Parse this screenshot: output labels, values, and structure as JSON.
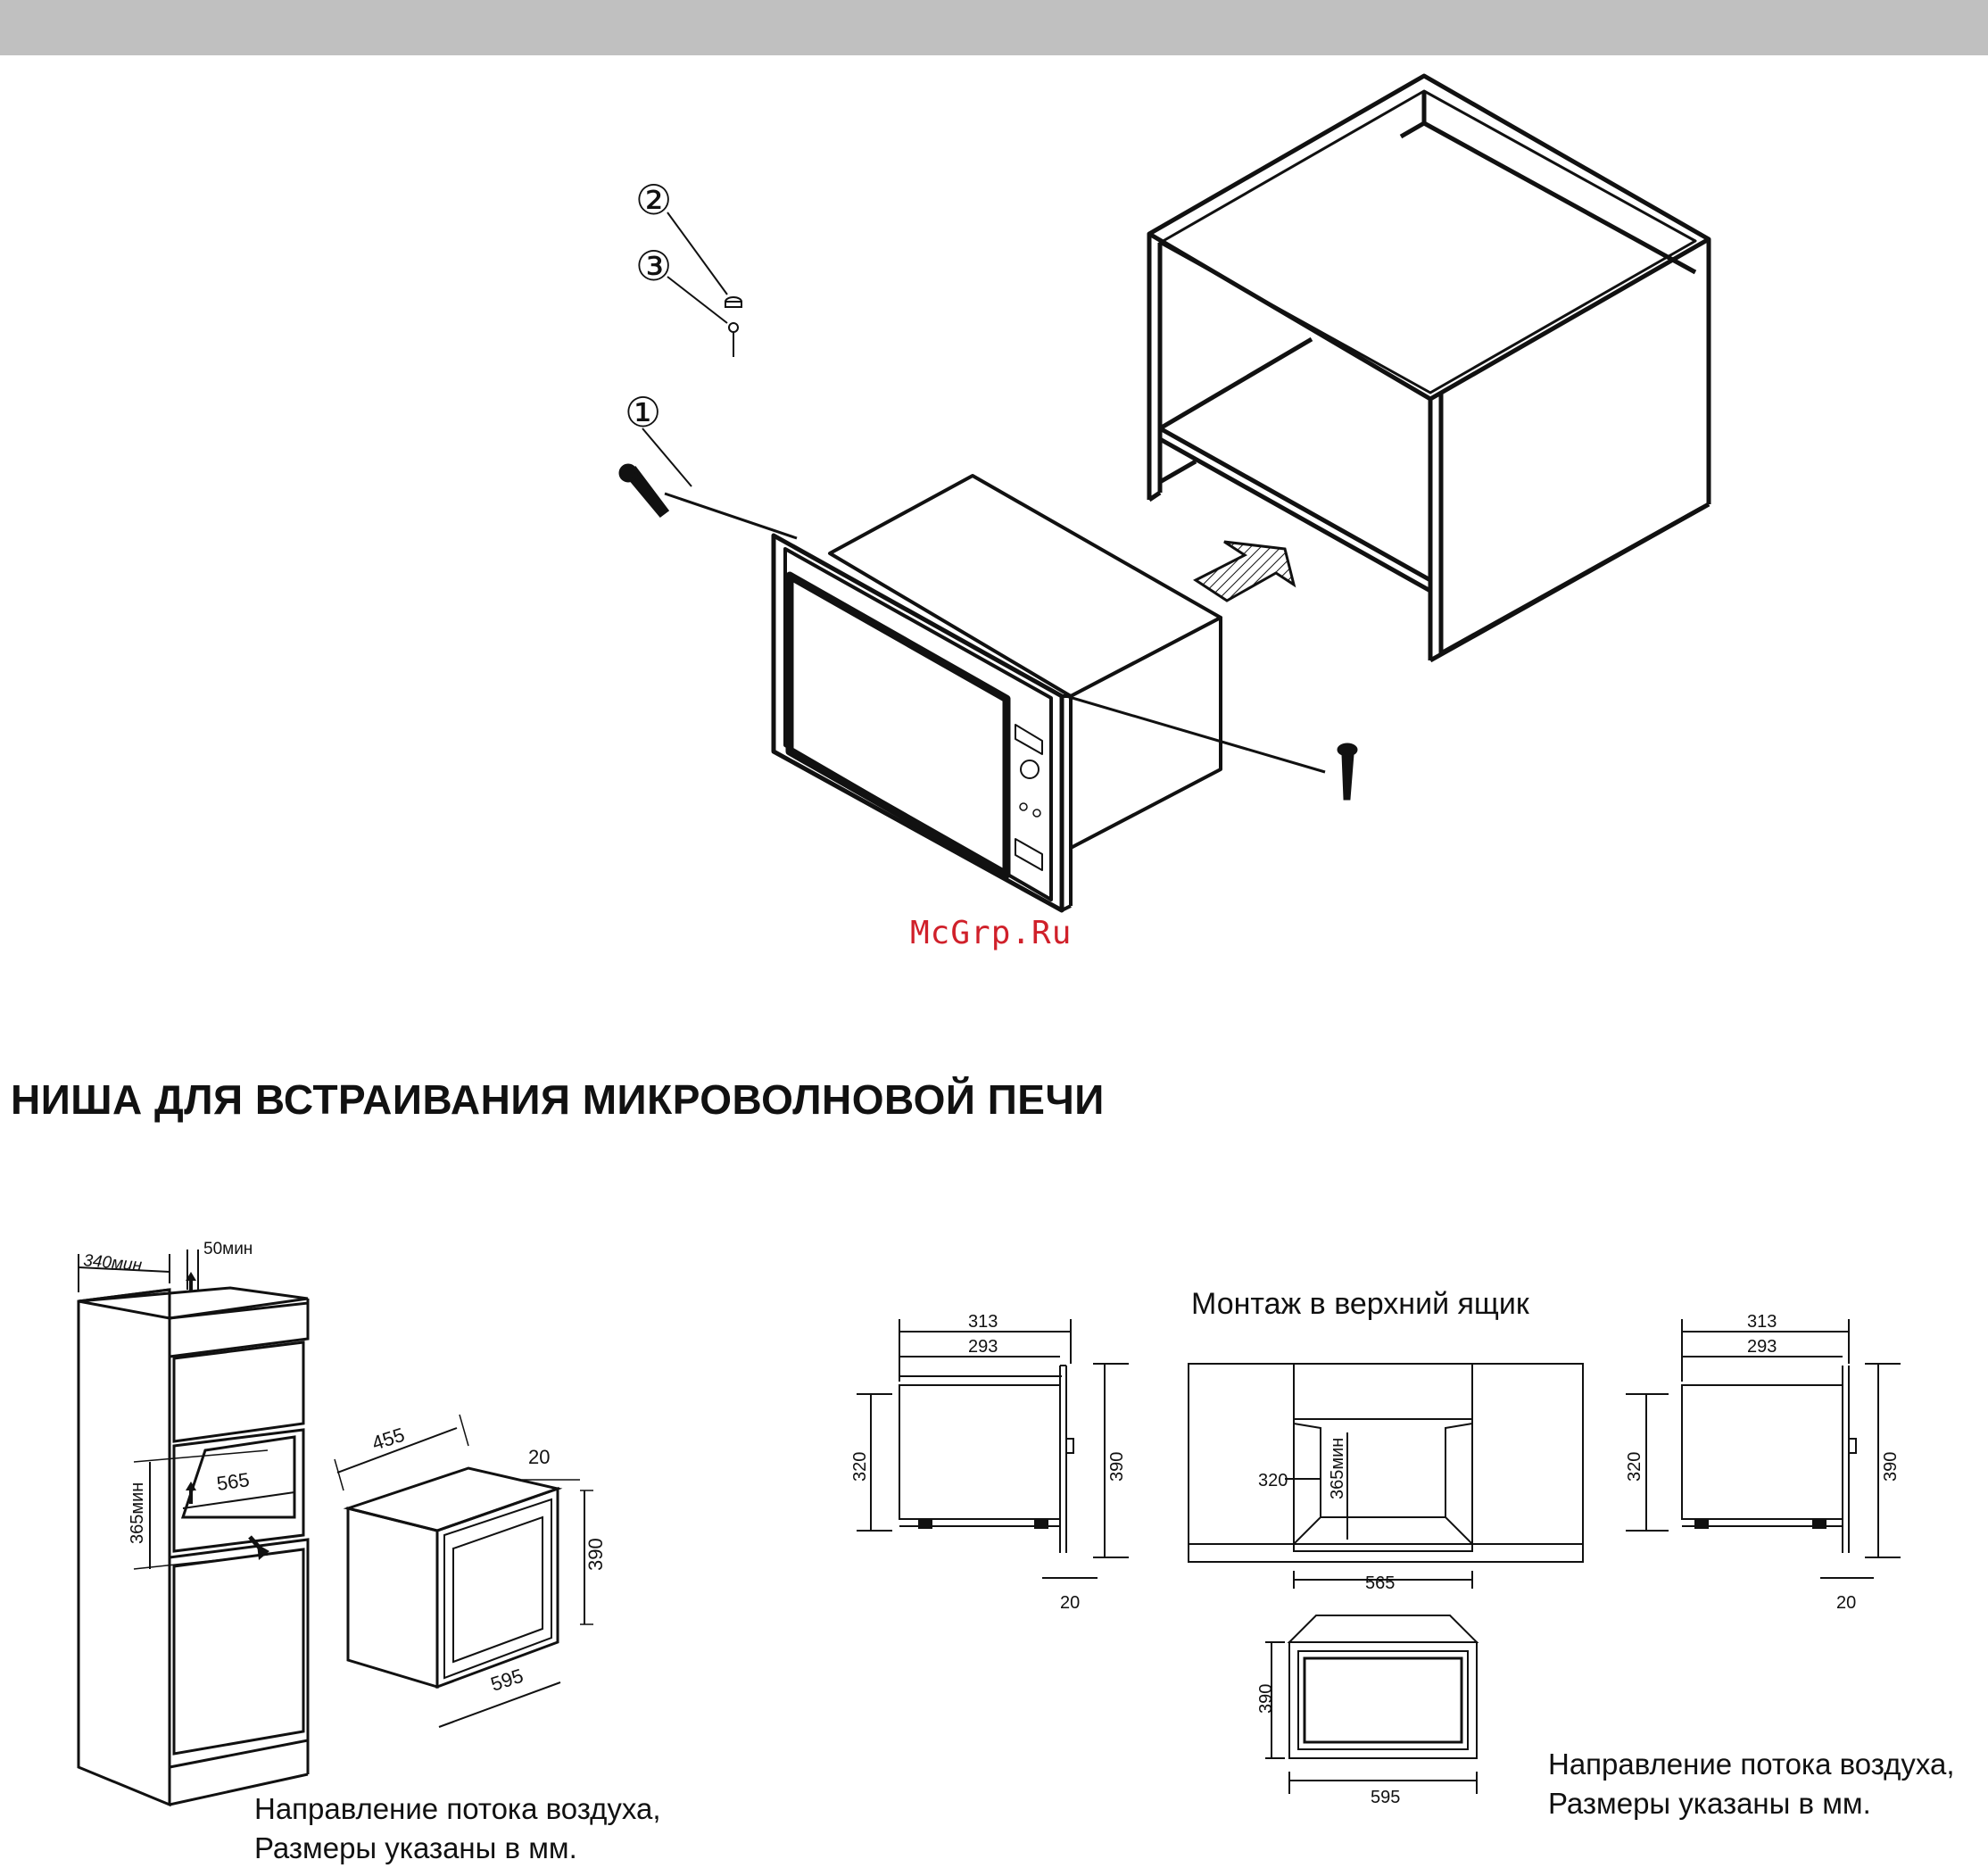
{
  "header_bar": {
    "color": "#c0c0c0"
  },
  "watermark": {
    "text": "McGrp.Ru",
    "color": "#d0202a"
  },
  "install_diagram": {
    "callouts": [
      "②",
      "③",
      "①"
    ]
  },
  "section": {
    "title": "НИША ДЛЯ ВСТРАИВАНИЯ МИКРОВОЛНОВОЙ ПЕЧИ"
  },
  "left_diagram": {
    "dims": {
      "depth_min": "340мин",
      "gap_min": "50мин",
      "niche_height_min": "365мин",
      "niche_width": "565",
      "unit_depth": "455",
      "frame": "20",
      "height": "390",
      "width": "595"
    },
    "caption_line1": "Направление потока воздуха,",
    "caption_line2": "Размеры указаны в мм."
  },
  "right_diagram": {
    "title": "Монтаж в верхний ящик",
    "side_left": {
      "d1": "313",
      "d2": "293",
      "h1": "320",
      "h2": "390",
      "f": "20"
    },
    "front": {
      "depth": "320",
      "niche_h": "365мин",
      "width": "565"
    },
    "front_unit": {
      "h": "390",
      "w": "595"
    },
    "side_right": {
      "d1": "313",
      "d2": "293",
      "h1": "320",
      "h2": "390",
      "f": "20"
    },
    "caption_line1": "Направление потока воздуха,",
    "caption_line2": "Размеры указаны в мм."
  }
}
